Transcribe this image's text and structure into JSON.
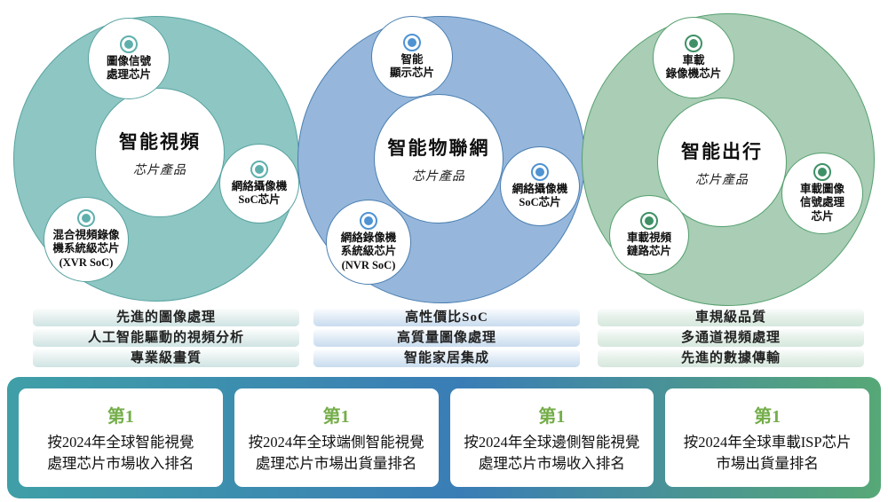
{
  "rings": [
    {
      "theme": "teal",
      "fill_color": "#8dc6c3",
      "line_color": "#58a3a0",
      "icon_color": "#5fb0ad",
      "title": "智能視頻",
      "subtitle": "芯片產品",
      "badges": [
        {
          "icon": "ring-dot-icon",
          "lines": [
            "圖像信號",
            "處理芯片"
          ]
        },
        {
          "icon": "ring-dot-icon",
          "lines": [
            "網絡攝像機",
            "SoC芯片"
          ]
        },
        {
          "icon": "ring-dot-icon",
          "lines": [
            "混合視頻錄像",
            "機系統級芯片",
            "(XVR SoC)"
          ]
        }
      ],
      "features": [
        "先進的圖像處理",
        "人工智能驅動的視頻分析",
        "專業級畫質"
      ]
    },
    {
      "theme": "blue",
      "fill_color": "#96b7db",
      "line_color": "#4b7fb2",
      "icon_color": "#4f93d2",
      "title": "智能物聯網",
      "subtitle": "芯片產品",
      "badges": [
        {
          "icon": "ring-dot-icon",
          "lines": [
            "智能",
            "顯示芯片"
          ]
        },
        {
          "icon": "ring-dot-icon",
          "lines": [
            "網絡攝像機",
            "SoC芯片"
          ]
        },
        {
          "icon": "ring-dot-icon",
          "lines": [
            "網絡錄像機",
            "系統級芯片",
            "(NVR SoC)"
          ]
        }
      ],
      "features": [
        "高性價比SoC",
        "高質量圖像處理",
        "智能家居集成"
      ]
    },
    {
      "theme": "green",
      "fill_color": "#a9cdb5",
      "line_color": "#55a06e",
      "icon_color": "#3f9066",
      "title": "智能出行",
      "subtitle": "芯片產品",
      "badges": [
        {
          "icon": "ring-dot-icon",
          "lines": [
            "車載",
            "錄像機芯片"
          ]
        },
        {
          "icon": "ring-dot-icon",
          "lines": [
            "車載圖像",
            "信號處理",
            "芯片"
          ]
        },
        {
          "icon": "ring-dot-icon",
          "lines": [
            "車載視頻",
            "鏈路芯片"
          ]
        }
      ],
      "features": [
        "車規級品質",
        "多通道視頻處理",
        "先進的數據傳輸"
      ]
    }
  ],
  "rank_banner": {
    "gradient": [
      "#3f9fa7",
      "#3a7db6",
      "#57a877"
    ],
    "rank_color": "#74ad49",
    "cards": [
      {
        "rank": "第1",
        "description": [
          "按2024年全球智能視覺",
          "處理芯片市場收入排名"
        ]
      },
      {
        "rank": "第1",
        "description": [
          "按2024年全球端側智能視覺",
          "處理芯片市場出貨量排名"
        ]
      },
      {
        "rank": "第1",
        "description": [
          "按2024年全球邊側智能視覺",
          "處理芯片市場收入排名"
        ]
      },
      {
        "rank": "第1",
        "description": [
          "按2024年全球車載ISP芯片",
          "市場出貨量排名"
        ]
      }
    ]
  }
}
